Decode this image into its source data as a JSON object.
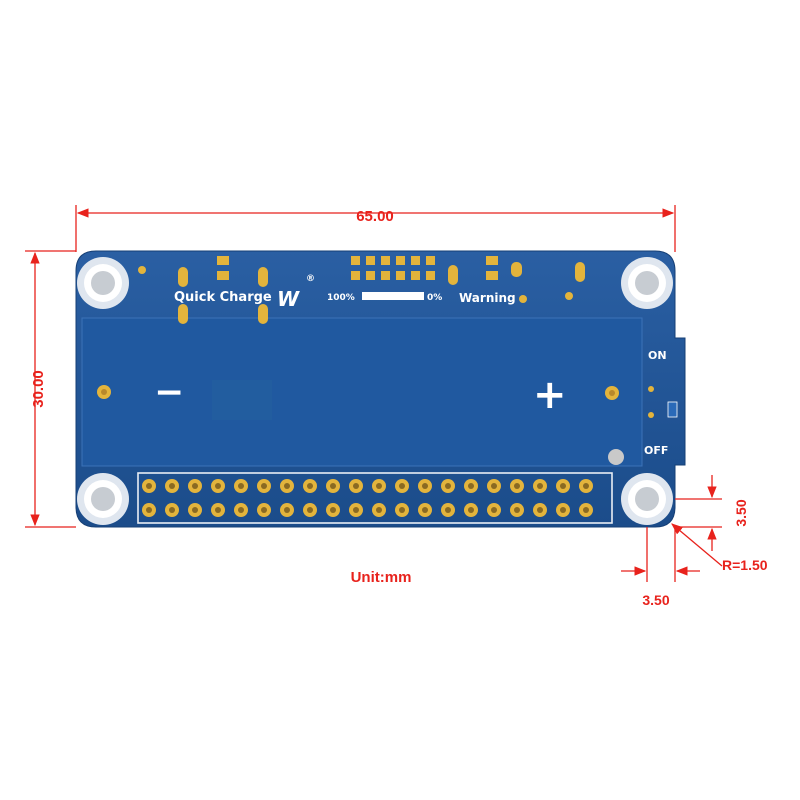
{
  "dimensions": {
    "width": "65.00",
    "height": "30.00",
    "hole_offset_x": "3.50",
    "hole_offset_y": "3.50",
    "corner_radius": "R=1.50",
    "unit": "Unit:mm"
  },
  "board": {
    "quick_charge": "Quick Charge",
    "level_full": "100%",
    "level_empty": "0%",
    "warning": "Warning",
    "switch_on": "ON",
    "switch_off": "OFF",
    "minus": "−",
    "plus": "+",
    "logo_mark": "W",
    "registered": "®"
  },
  "colors": {
    "dimension": "#e8221c",
    "board": "#1e4f8f",
    "gold": "#e3b43c"
  },
  "header": {
    "rows": 2,
    "cols": 20
  }
}
